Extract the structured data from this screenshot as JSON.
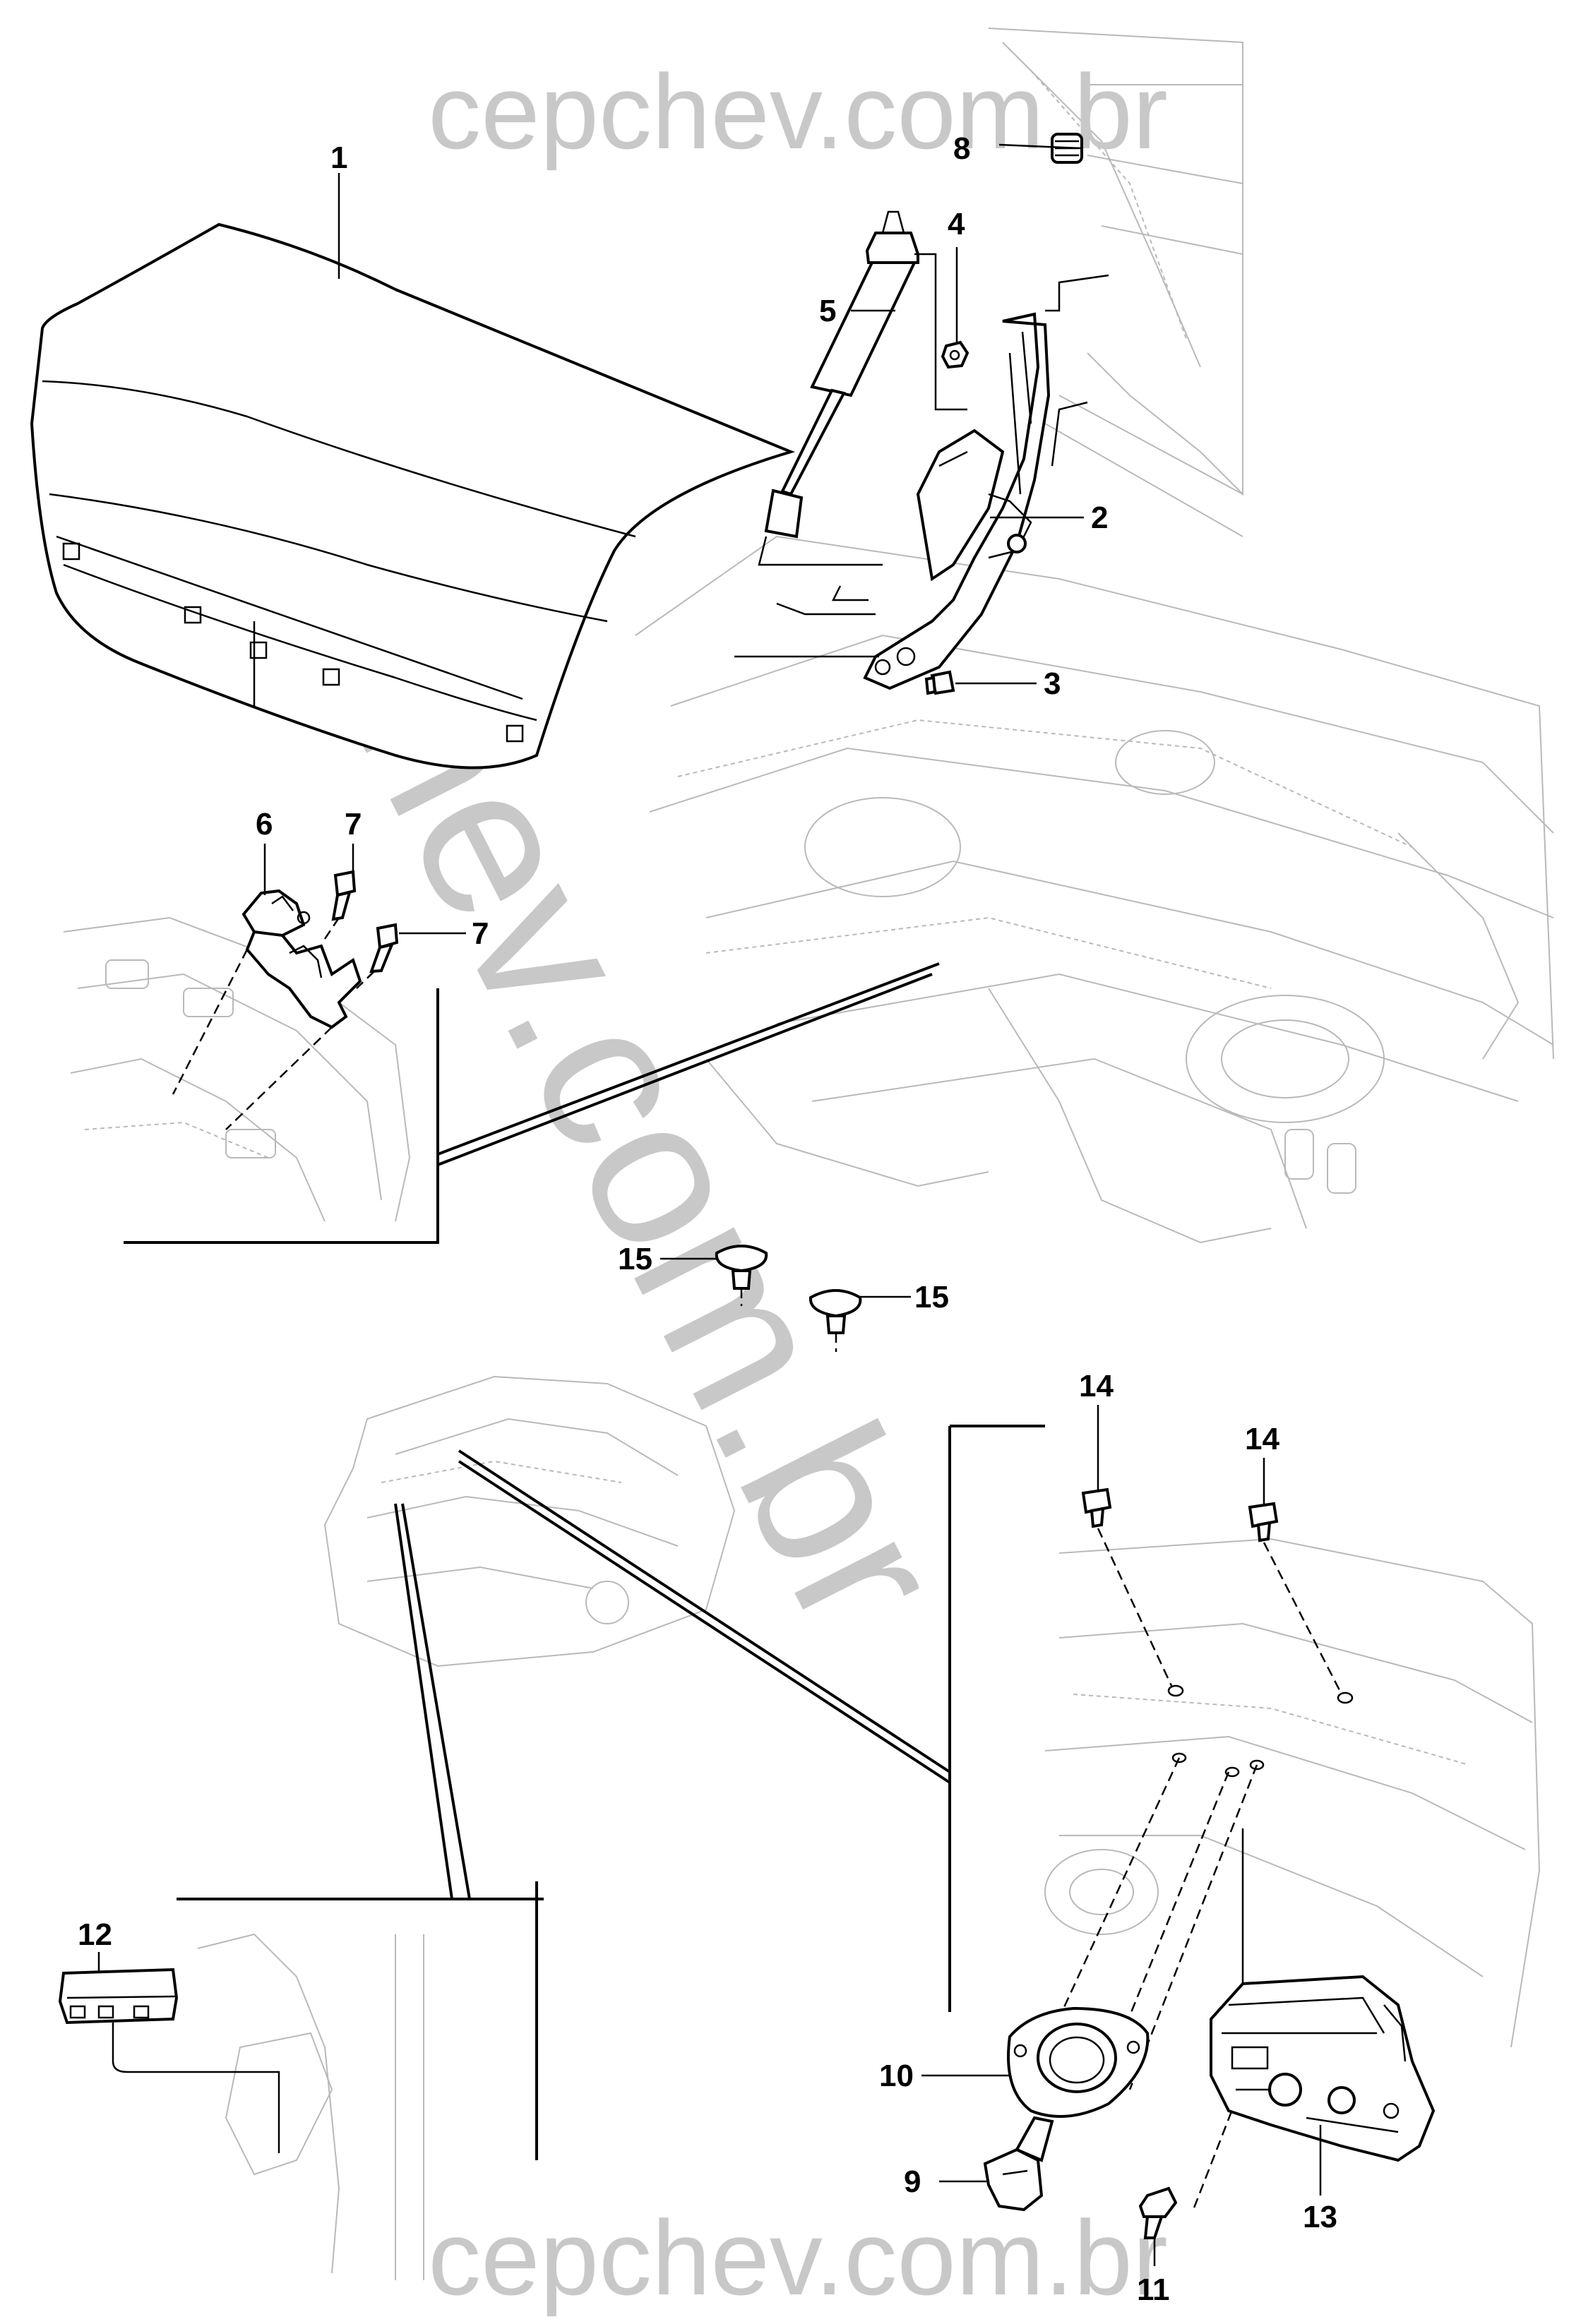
{
  "watermarks": {
    "top": "cepchev.com.br",
    "bottom": "cepchev.com.br",
    "diagonal": "cepchev.com.br"
  },
  "callouts": {
    "c1": "1",
    "c2": "2",
    "c3": "3",
    "c4": "4",
    "c5": "5",
    "c6": "6",
    "c7a": "7",
    "c7b": "7",
    "c8": "8",
    "c9": "9",
    "c10": "10",
    "c11": "11",
    "c12": "12",
    "c13": "13",
    "c14a": "14",
    "c14b": "14",
    "c15a": "15",
    "c15b": "15"
  }
}
